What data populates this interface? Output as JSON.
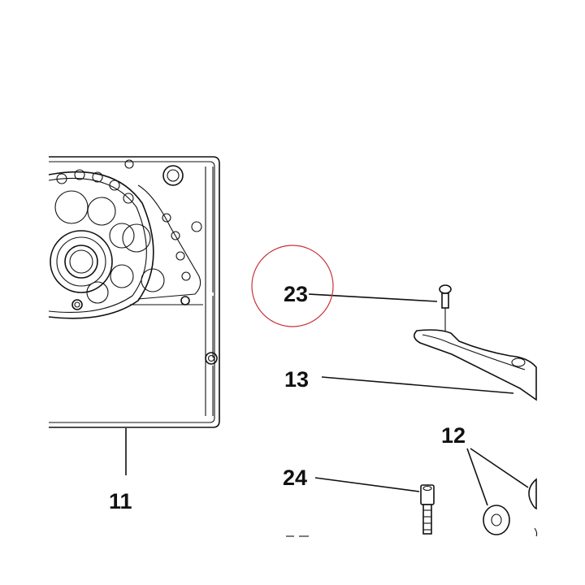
{
  "callouts": {
    "c11": "11",
    "c12": "12",
    "c13": "13",
    "c23": "23",
    "c24": "24"
  },
  "highlight": {
    "callout": "23",
    "color": "#c8323c"
  }
}
